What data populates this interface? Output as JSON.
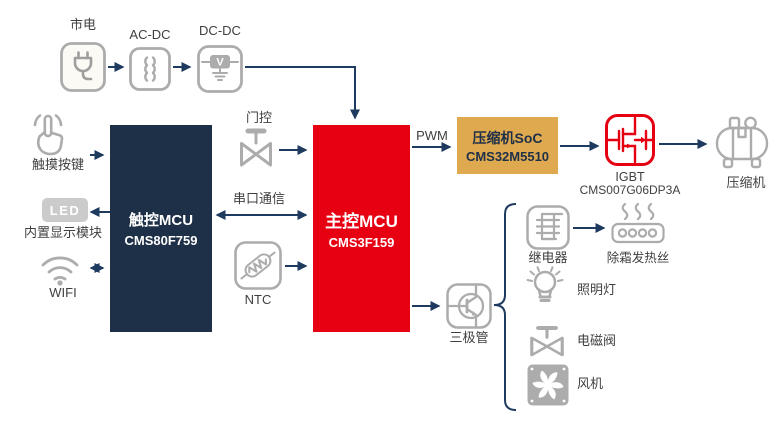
{
  "palette": {
    "navy": "#1E3048",
    "red": "#E60012",
    "gold": "#DFA94F",
    "arrow_navy": "#1E3A5F",
    "icon_gray": "#ACACAC",
    "label_gray": "#3F3F3F"
  },
  "power": {
    "mains_label": "市电",
    "acdc_label": "AC-DC",
    "dcdc_label": "DC-DC",
    "dcdc_chip_text": "V"
  },
  "inputs": {
    "touch_label": "触摸按键",
    "led_text": "LED",
    "led_label": "内置显示模块",
    "wifi_label": "WIFI"
  },
  "touch_mcu": {
    "name": "触控MCU",
    "part": "CMS80F759"
  },
  "main_mcu": {
    "name": "主控MCU",
    "part": "CMS3F159"
  },
  "signals": {
    "door_label": "门控",
    "serial_label": "串口通信",
    "ntc_label": "NTC",
    "pwm_label": "PWM"
  },
  "compressor_chain": {
    "soc_name": "压缩机SoC",
    "soc_part": "CMS32M5510",
    "igbt_label": "IGBT",
    "igbt_part": "CMS007G06DP3A",
    "compressor_label": "压缩机"
  },
  "loads": {
    "transistor_label": "三极管",
    "relay_label": "继电器",
    "defrost_label": "除霜发热丝",
    "light_label": "照明灯",
    "valve_label": "电磁阀",
    "fan_label": "风机"
  }
}
